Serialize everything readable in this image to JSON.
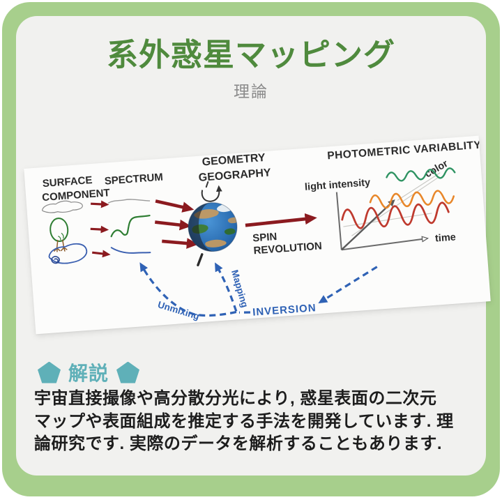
{
  "theme": {
    "frame_green": "#a7cf8c",
    "card_bg": "#f1f1ef",
    "paper_white": "#fcfcfb",
    "title_green": "#4f8a3d",
    "subtitle_gray": "#8b8b8b",
    "teal_accent": "#5fb0b8",
    "body_text_dark": "#1d1d1d",
    "arrow_maroon": "#8b1a1f",
    "dashed_blue": "#2f62b5",
    "wave_red": "#bf3a2e",
    "wave_orange": "#e8872a",
    "wave_green": "#2e9362",
    "sketch_gray": "#8a8a8a",
    "sketch_green": "#2e7d32",
    "sketch_blue": "#3a5fb0"
  },
  "header": {
    "title": "系外惑星マッピング",
    "subtitle": "理論"
  },
  "diagram": {
    "surface_component": {
      "line1": "SURFACE",
      "line2": "COMPONENT"
    },
    "spectrum_label": "SPECTRUM",
    "geometry": {
      "line1": "GEOMETRY",
      "line2": "GEOGRAPHY"
    },
    "spin": {
      "line1": "SPIN",
      "line2": "REVOLUTION"
    },
    "photometric_title": "PHOTOMETRIC VARIABLITY",
    "axis": {
      "y_label": "light intensity",
      "x_label": "time",
      "diagonal_label": "color"
    },
    "inversion_label": "INVERSION",
    "mapping_label": "Mapping",
    "unmixing_label": "Unmixing"
  },
  "explanation": {
    "heading": "解説",
    "bullet_icon": "pentagon",
    "lines": [
      "宇宙直接撮像や高分散分光により, 惑星表面の二次元",
      "マップや表面組成を推定する手法を開発しています. 理",
      "論研究です. 実際のデータを解析することもあります."
    ]
  }
}
